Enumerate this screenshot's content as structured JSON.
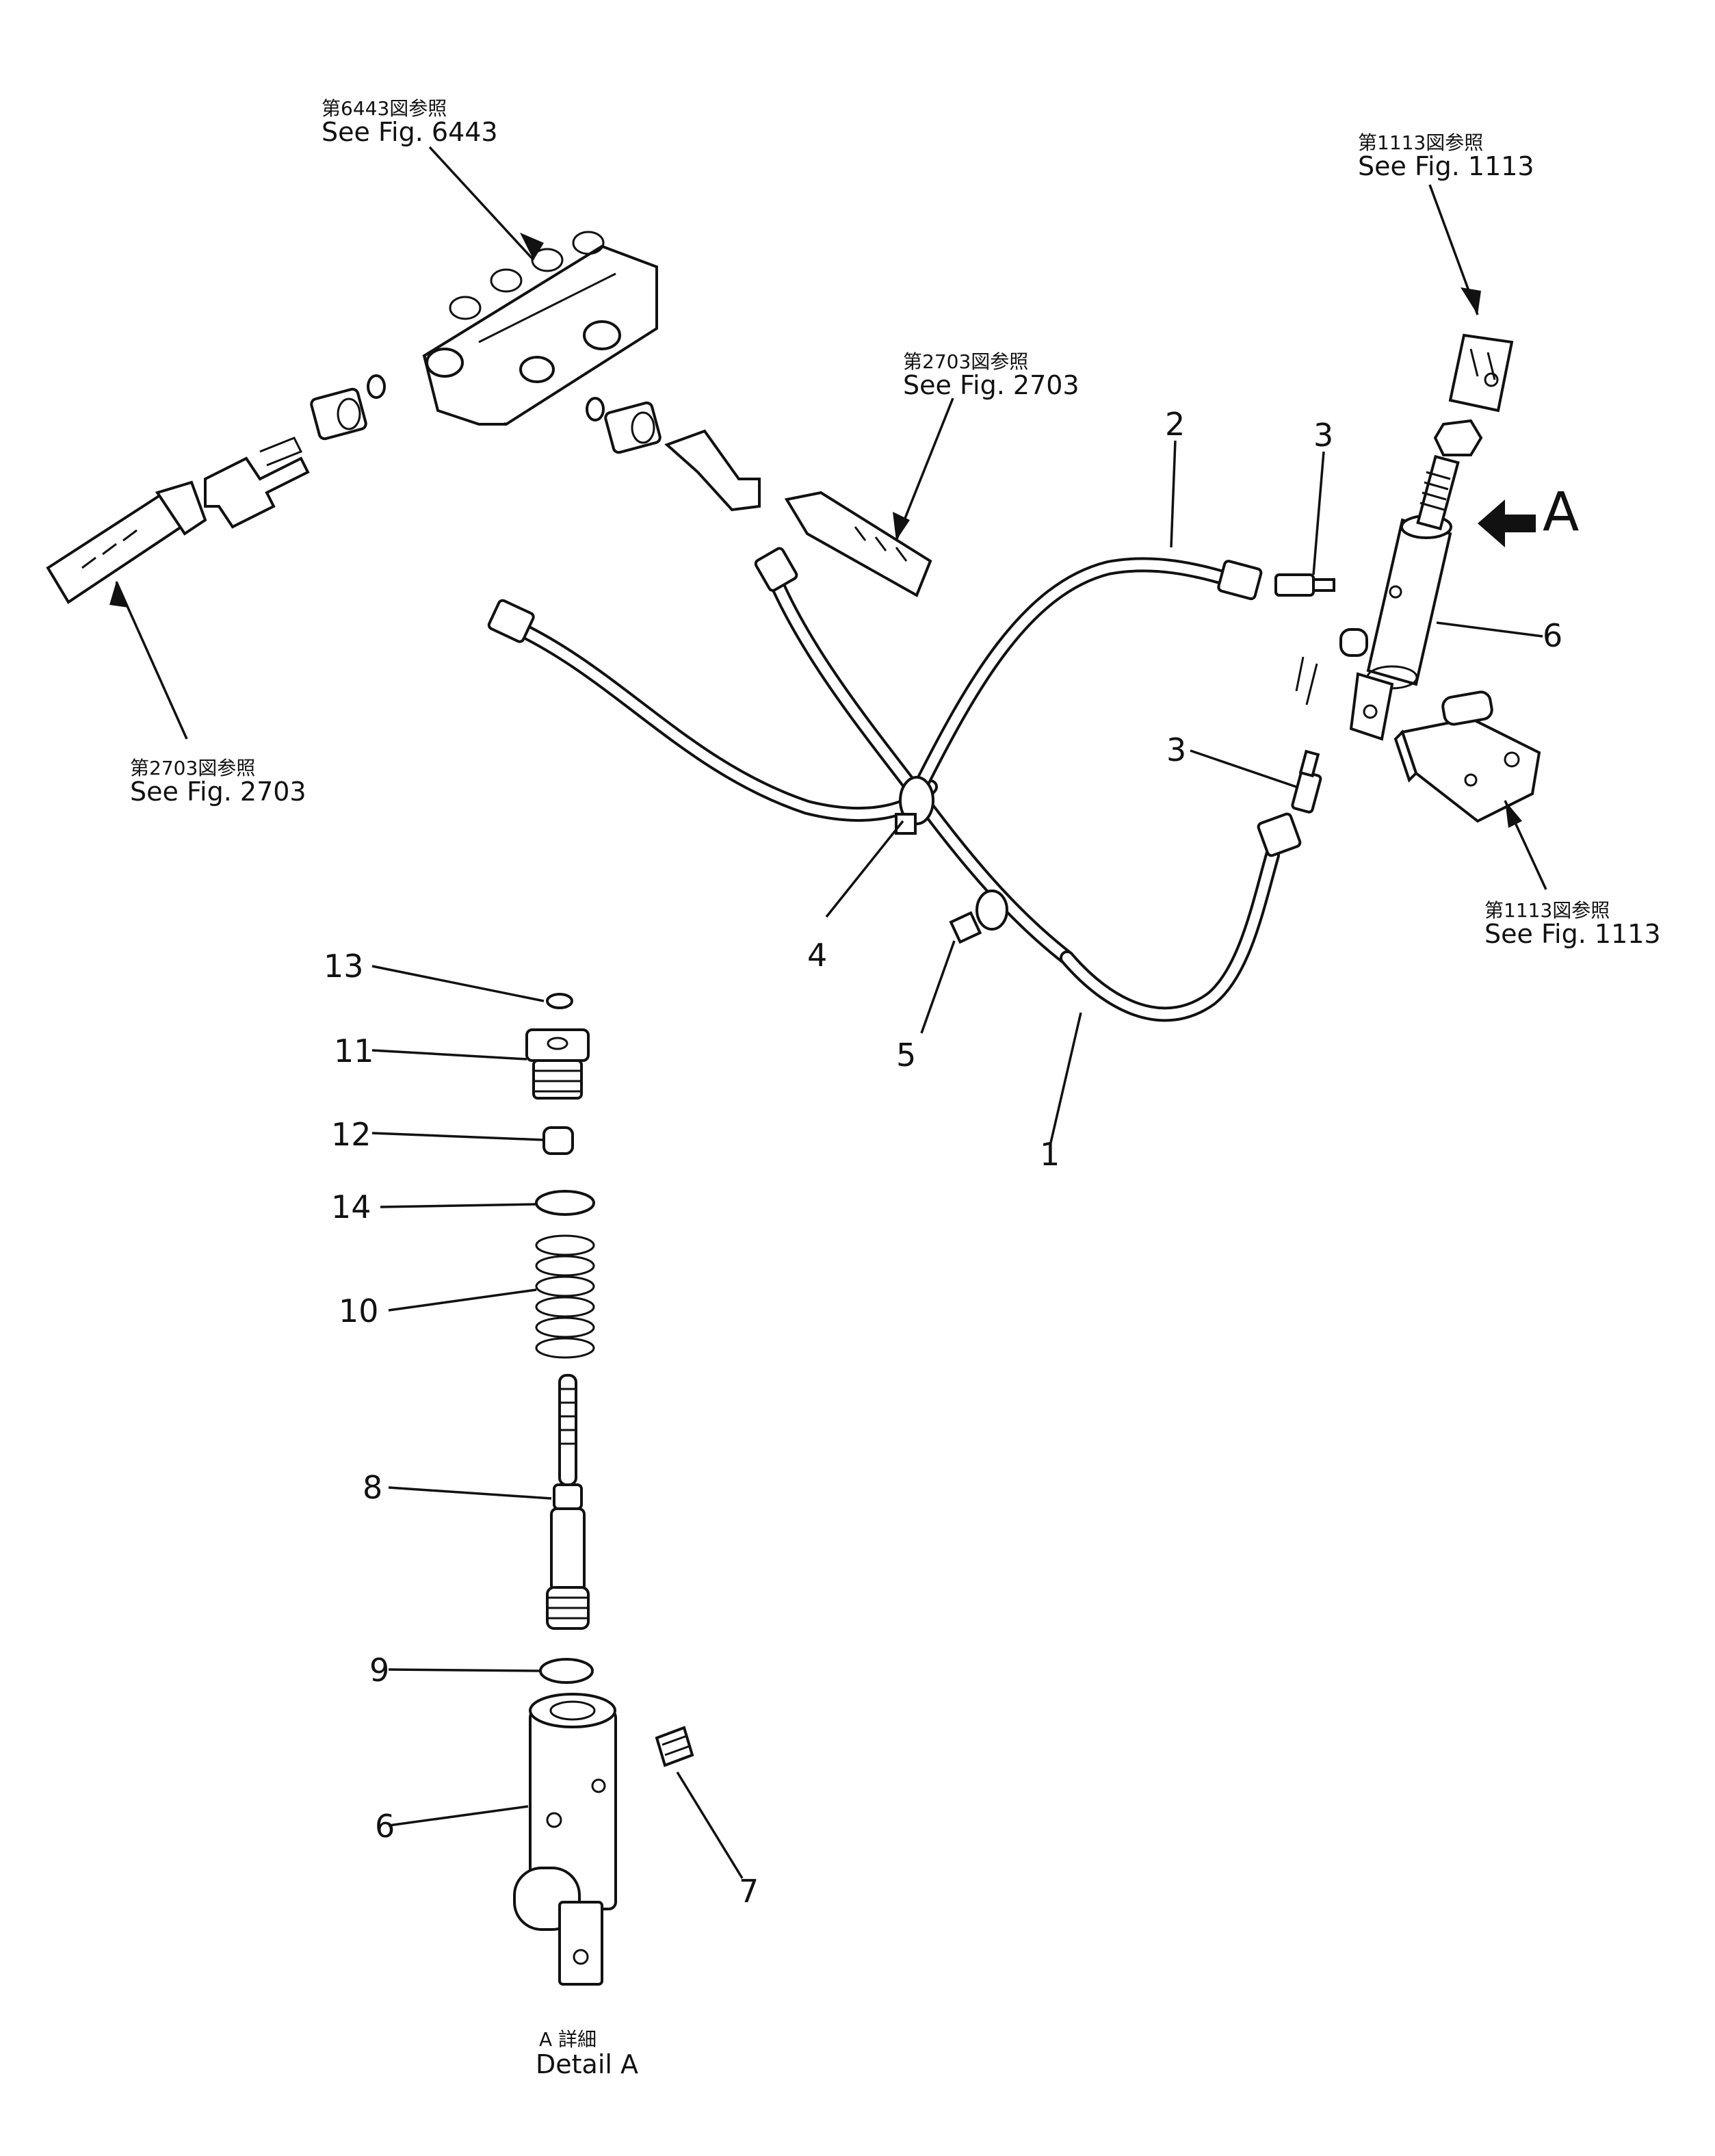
{
  "references": {
    "fig6443": {
      "jp": "第6443図参照",
      "en": "See Fig. 6443"
    },
    "fig2703_top": {
      "jp": "第2703図参照",
      "en": "See Fig. 2703"
    },
    "fig2703_left": {
      "jp": "第2703図参照",
      "en": "See Fig. 2703"
    },
    "fig1113_top": {
      "jp": "第1113図参照",
      "en": "See Fig. 1113"
    },
    "fig1113_right": {
      "jp": "第1113図参照",
      "en": "See Fig. 1113"
    }
  },
  "view_marker": "A",
  "detail": {
    "jp": "A 詳細",
    "en": "Detail A"
  },
  "callouts": {
    "c1": "1",
    "c2": "2",
    "c3a": "3",
    "c3b": "3",
    "c4": "4",
    "c5": "5",
    "c6a": "6",
    "c6b": "6",
    "c7": "7",
    "c8": "8",
    "c9": "9",
    "c10": "10",
    "c11": "11",
    "c12": "12",
    "c13": "13",
    "c14": "14"
  }
}
